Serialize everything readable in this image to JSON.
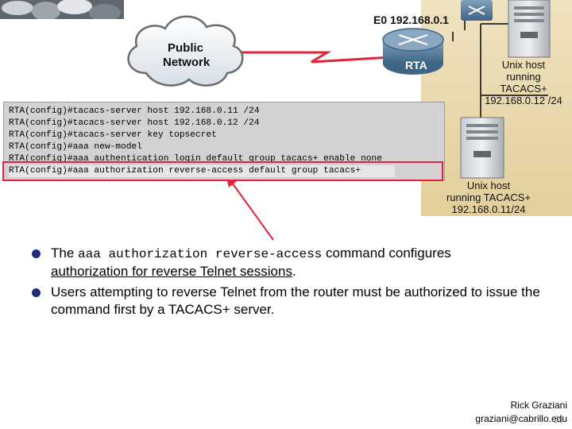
{
  "diagram": {
    "cloud_label": [
      "Public",
      "Network"
    ],
    "interface_label": "E0 192.168.0.1",
    "router_label": "RTA",
    "host1": {
      "lines": [
        "Unix host",
        "running",
        "TACACS+",
        "192.168.0.12 /24"
      ]
    },
    "host2": {
      "lines": [
        "Unix host",
        "running TACACS+",
        "192.168.0.11/24"
      ]
    }
  },
  "cli": {
    "lines": [
      "RTA(config)#tacacs-server host 192.168.0.11 /24",
      "RTA(config)#tacacs-server host 192.168.0.12 /24",
      "RTA(config)#tacacs-server key topsecret",
      "RTA(config)#aaa new-model",
      "RTA(config)#aaa authentication login default group tacacs+ enable none",
      "RTA(config)#aaa authorization reverse-access default group tacacs+"
    ],
    "highlighted_index": 5
  },
  "bullets": {
    "b1": {
      "before": "The ",
      "command": "aaa authorization reverse-access",
      "after": " command configures",
      "underlined": "authorization for reverse Telnet sessions",
      "end": "."
    },
    "b2": {
      "text": "Users attempting to reverse Telnet from the router must be authorized to issue the command first by a TACACS+ server."
    }
  },
  "footer": {
    "name": "Rick Graziani",
    "email": "graziani@cabrillo.edu",
    "page": "39"
  },
  "colors": {
    "highlight_box": "#e2233a",
    "cloud_border": "#6b6b6b",
    "router_body": "#5b7f9c",
    "tan_panel": "#e8d6a8",
    "bullet_dot": "#1c2e78"
  }
}
